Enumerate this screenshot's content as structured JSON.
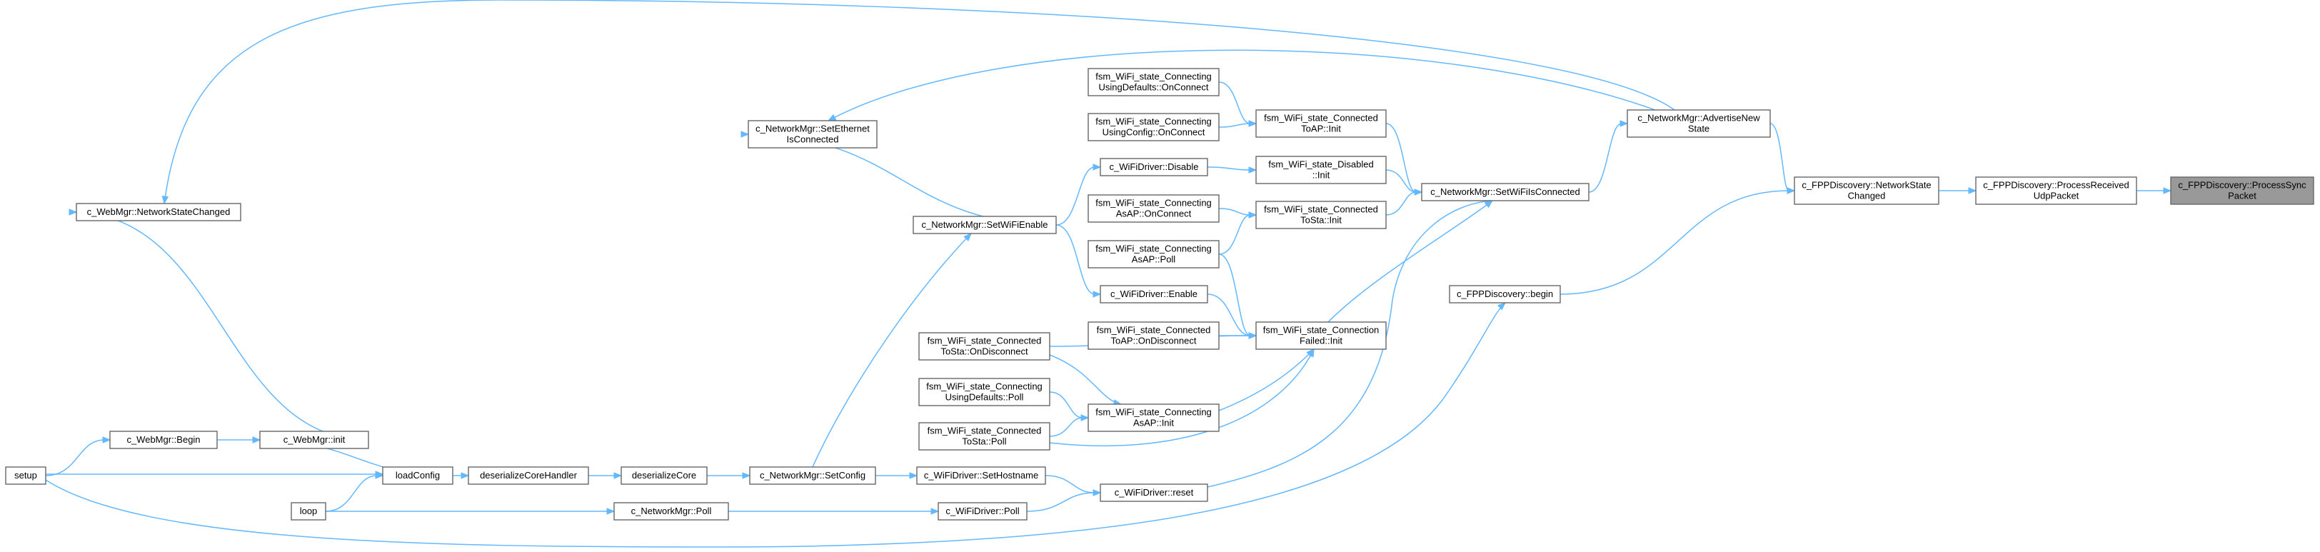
{
  "graph": {
    "type": "caller-graph",
    "colors": {
      "edge": "#63b8ff",
      "node_border": "#666666",
      "root_fill": "#999999",
      "node_fill": "#ffffff"
    },
    "nodes": [
      {
        "id": "processSyncPacket",
        "lines": [
          "c_FPPDiscovery::ProcessSync",
          "Packet"
        ],
        "root": true
      },
      {
        "id": "processReceivedUdpPacket",
        "lines": [
          "c_FPPDiscovery::ProcessReceived",
          "UdpPacket"
        ]
      },
      {
        "id": "networkStateChanged",
        "lines": [
          "c_FPPDiscovery::NetworkState",
          "Changed"
        ]
      },
      {
        "id": "fppBegin",
        "lines": [
          "c_FPPDiscovery::begin"
        ]
      },
      {
        "id": "advertiseNewState",
        "lines": [
          "c_NetworkMgr::AdvertiseNew",
          "State"
        ]
      },
      {
        "id": "setWiFiIsConnected",
        "lines": [
          "c_NetworkMgr::SetWiFiIsConnected"
        ]
      },
      {
        "id": "connectedToApInit",
        "lines": [
          "fsm_WiFi_state_Connected",
          "ToAP::Init"
        ]
      },
      {
        "id": "disabledInit",
        "lines": [
          "fsm_WiFi_state_Disabled",
          "::Init"
        ]
      },
      {
        "id": "connectedToStaInit",
        "lines": [
          "fsm_WiFi_state_Connected",
          "ToSta::Init"
        ]
      },
      {
        "id": "connectionFailedInit",
        "lines": [
          "fsm_WiFi_state_Connection",
          "Failed::Init"
        ]
      },
      {
        "id": "connectingDefaultsOnConnect",
        "lines": [
          "fsm_WiFi_state_Connecting",
          "UsingDefaults::OnConnect"
        ]
      },
      {
        "id": "connectingConfigOnConnect",
        "lines": [
          "fsm_WiFi_state_Connecting",
          "UsingConfig::OnConnect"
        ]
      },
      {
        "id": "wifiDisable",
        "lines": [
          "c_WiFiDriver::Disable"
        ]
      },
      {
        "id": "connectingApOnConnect",
        "lines": [
          "fsm_WiFi_state_Connecting",
          "AsAP::OnConnect"
        ]
      },
      {
        "id": "connectingApPoll",
        "lines": [
          "fsm_WiFi_state_Connecting",
          "AsAP::Poll"
        ]
      },
      {
        "id": "wifiEnable",
        "lines": [
          "c_WiFiDriver::Enable"
        ]
      },
      {
        "id": "connectedToApOnDisconnect",
        "lines": [
          "fsm_WiFi_state_Connected",
          "ToAP::OnDisconnect"
        ]
      },
      {
        "id": "connectedToStaOnDisconnect",
        "lines": [
          "fsm_WiFi_state_Connected",
          "ToSta::OnDisconnect"
        ]
      },
      {
        "id": "connectingDefaultsPoll",
        "lines": [
          "fsm_WiFi_state_Connecting",
          "UsingDefaults::Poll"
        ]
      },
      {
        "id": "connectingApInit",
        "lines": [
          "fsm_WiFi_state_Connecting",
          "AsAP::Init"
        ]
      },
      {
        "id": "connectedToStaPoll",
        "lines": [
          "fsm_WiFi_state_Connected",
          "ToSta::Poll"
        ]
      },
      {
        "id": "setEthernetIsConnected",
        "lines": [
          "c_NetworkMgr::SetEthernet",
          "IsConnected"
        ]
      },
      {
        "id": "setWiFiEnable",
        "lines": [
          "c_NetworkMgr::SetWiFiEnable"
        ]
      },
      {
        "id": "webNetworkStateChanged",
        "lines": [
          "c_WebMgr::NetworkStateChanged"
        ]
      },
      {
        "id": "webBegin",
        "lines": [
          "c_WebMgr::Begin"
        ]
      },
      {
        "id": "webInit",
        "lines": [
          "c_WebMgr::init"
        ]
      },
      {
        "id": "setup",
        "lines": [
          "setup"
        ]
      },
      {
        "id": "loadConfig",
        "lines": [
          "loadConfig"
        ]
      },
      {
        "id": "deserializeCoreHandler",
        "lines": [
          "deserializeCoreHandler"
        ]
      },
      {
        "id": "deserializeCore",
        "lines": [
          "deserializeCore"
        ]
      },
      {
        "id": "setConfig",
        "lines": [
          "c_NetworkMgr::SetConfig"
        ]
      },
      {
        "id": "setHostname",
        "lines": [
          "c_WiFiDriver::SetHostname"
        ]
      },
      {
        "id": "wifiReset",
        "lines": [
          "c_WiFiDriver::reset"
        ]
      },
      {
        "id": "loop",
        "lines": [
          "loop"
        ]
      },
      {
        "id": "networkPoll",
        "lines": [
          "c_NetworkMgr::Poll"
        ]
      },
      {
        "id": "wifiPoll",
        "lines": [
          "c_WiFiDriver::Poll"
        ]
      }
    ],
    "edges": [
      [
        "processReceivedUdpPacket",
        "processSyncPacket"
      ],
      [
        "networkStateChanged",
        "processReceivedUdpPacket"
      ],
      [
        "advertiseNewState",
        "networkStateChanged"
      ],
      [
        "fppBegin",
        "networkStateChanged"
      ],
      [
        "setWiFiIsConnected",
        "advertiseNewState"
      ],
      [
        "setEthernetIsConnected",
        "advertiseNewState"
      ],
      [
        "webNetworkStateChanged",
        "advertiseNewState"
      ],
      [
        "connectedToApInit",
        "setWiFiIsConnected"
      ],
      [
        "disabledInit",
        "setWiFiIsConnected"
      ],
      [
        "connectedToStaInit",
        "setWiFiIsConnected"
      ],
      [
        "connectionFailedInit",
        "setWiFiIsConnected"
      ],
      [
        "wifiReset",
        "setWiFiIsConnected"
      ],
      [
        "connectingDefaultsOnConnect",
        "connectedToApInit"
      ],
      [
        "connectingConfigOnConnect",
        "connectedToApInit"
      ],
      [
        "wifiDisable",
        "disabledInit"
      ],
      [
        "connectingApOnConnect",
        "connectedToStaInit"
      ],
      [
        "connectingApPoll",
        "connectedToStaInit"
      ],
      [
        "connectingApPoll",
        "connectionFailedInit"
      ],
      [
        "wifiEnable",
        "connectionFailedInit"
      ],
      [
        "connectedToApOnDisconnect",
        "connectionFailedInit"
      ],
      [
        "connectedToStaOnDisconnect",
        "connectionFailedInit"
      ],
      [
        "connectingApInit",
        "connectionFailedInit"
      ],
      [
        "connectedToStaPoll",
        "connectionFailedInit"
      ],
      [
        "connectedToStaOnDisconnect",
        "connectingApInit"
      ],
      [
        "connectingDefaultsPoll",
        "connectingApInit"
      ],
      [
        "connectedToStaPoll",
        "connectingApInit"
      ],
      [
        "setWiFiEnable",
        "wifiDisable"
      ],
      [
        "setWiFiEnable",
        "wifiEnable"
      ],
      [
        "setWiFiEnable",
        "setEthernetIsConnected"
      ],
      [
        "setConfig",
        "setWiFiEnable"
      ],
      [
        "webInit",
        "webNetworkStateChanged"
      ],
      [
        "webBegin",
        "webInit"
      ],
      [
        "setup",
        "webBegin"
      ],
      [
        "loadConfig",
        "webInit"
      ],
      [
        "setup",
        "loadConfig"
      ],
      [
        "loop",
        "loadConfig"
      ],
      [
        "loadConfig",
        "deserializeCoreHandler"
      ],
      [
        "deserializeCoreHandler",
        "deserializeCore"
      ],
      [
        "deserializeCore",
        "setConfig"
      ],
      [
        "setConfig",
        "setHostname"
      ],
      [
        "setHostname",
        "wifiReset"
      ],
      [
        "wifiPoll",
        "wifiReset"
      ],
      [
        "networkPoll",
        "wifiPoll"
      ],
      [
        "loop",
        "networkPoll"
      ],
      [
        "setup",
        "fppBegin"
      ]
    ]
  }
}
